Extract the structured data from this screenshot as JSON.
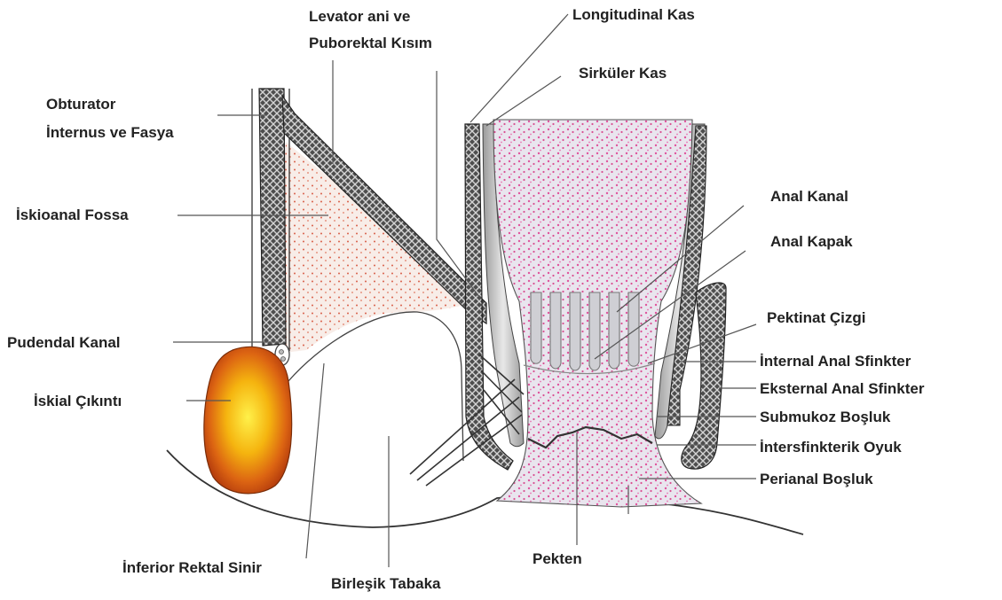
{
  "labels": {
    "levator": "Levator ani ve\nPuborektal Kısım",
    "longitudinal": "Longitudinal Kas",
    "sirkuler": "Sirküler Kas",
    "obturator": "Obturator\nİnternus ve Fasya",
    "iskioanal": "İskioanal Fossa",
    "anal_kanal": "Anal Kanal",
    "anal_kapak": "Anal Kapak",
    "pudendal": "Pudendal Kanal",
    "pektinat": "Pektinat Çizgi",
    "internal_sfinkter": "İnternal Anal Sfinkter",
    "iskial": "İskial Çıkıntı",
    "eksternal_sfinkter": "Eksternal Anal Sfinkter",
    "submukoz": "Submukoz Boşluk",
    "intersfinkterik": "İntersfinkterik Oyuk",
    "perianal": "Perianal Boşluk",
    "pekten": "Pekten",
    "inferior_rektal": "İnferior Rektal Sinir",
    "birlesik": "Birleşik Tabaka"
  },
  "colors": {
    "label_text": "#222222",
    "leader_line": "#555555",
    "mucosa_fill": "#e6e2ec",
    "mucosa_dots": "#e0559e",
    "fossa_fill": "#f7ebe6",
    "fossa_dots": "#d9604a",
    "muscle_fill": "#5a5a5a",
    "muscle_hatch": "#cfcfcf",
    "tuberosity_outer": "#c1440e",
    "tuberosity_inner": "#ffe23a"
  }
}
